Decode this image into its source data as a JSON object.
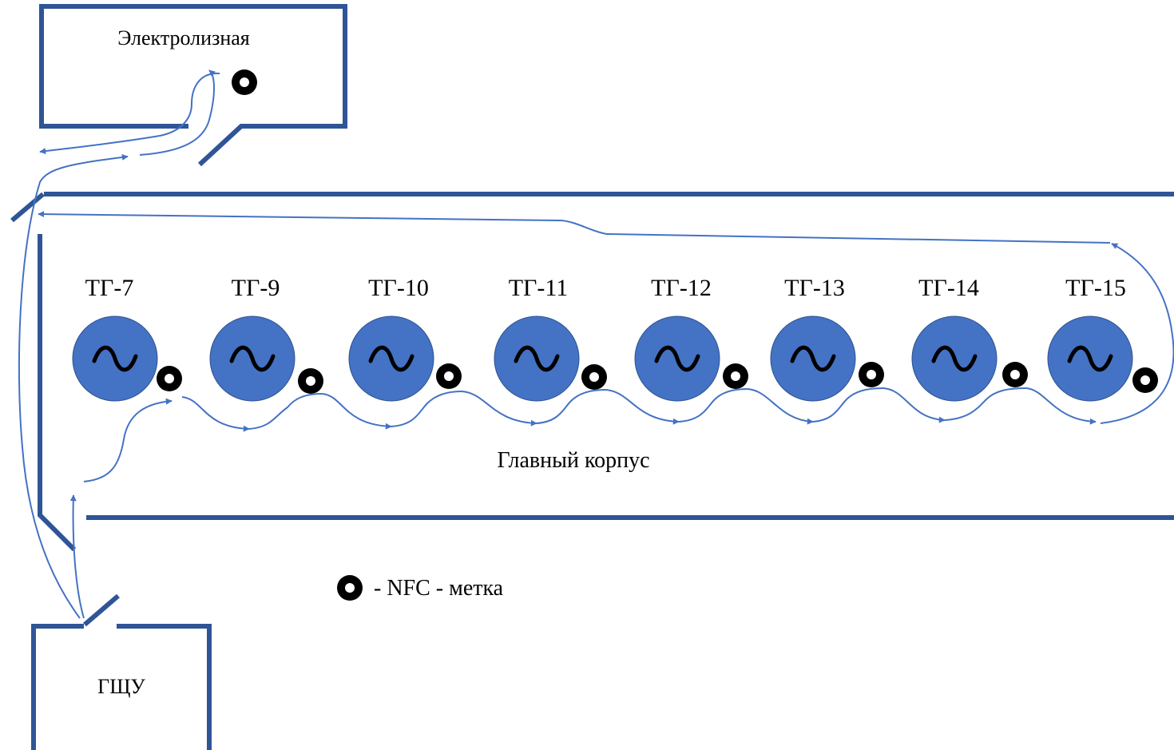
{
  "rooms": {
    "electrolysis": "Электролизная",
    "control_room": "ГЩУ",
    "main_hall": "Главный корпус"
  },
  "generators": [
    {
      "label": "ТГ-7"
    },
    {
      "label": "ТГ-9"
    },
    {
      "label": "ТГ-10"
    },
    {
      "label": "ТГ-11"
    },
    {
      "label": "ТГ-12"
    },
    {
      "label": "ТГ-13"
    },
    {
      "label": "ТГ-14"
    },
    {
      "label": "ТГ-15"
    }
  ],
  "legend": {
    "nfc_tag_label": "- NFC - метка",
    "nfc_tag_icon": "nfc-tag-icon"
  },
  "colors": {
    "wall": "#2f5596",
    "route": "#4472c4",
    "generator": "#4472c4"
  }
}
